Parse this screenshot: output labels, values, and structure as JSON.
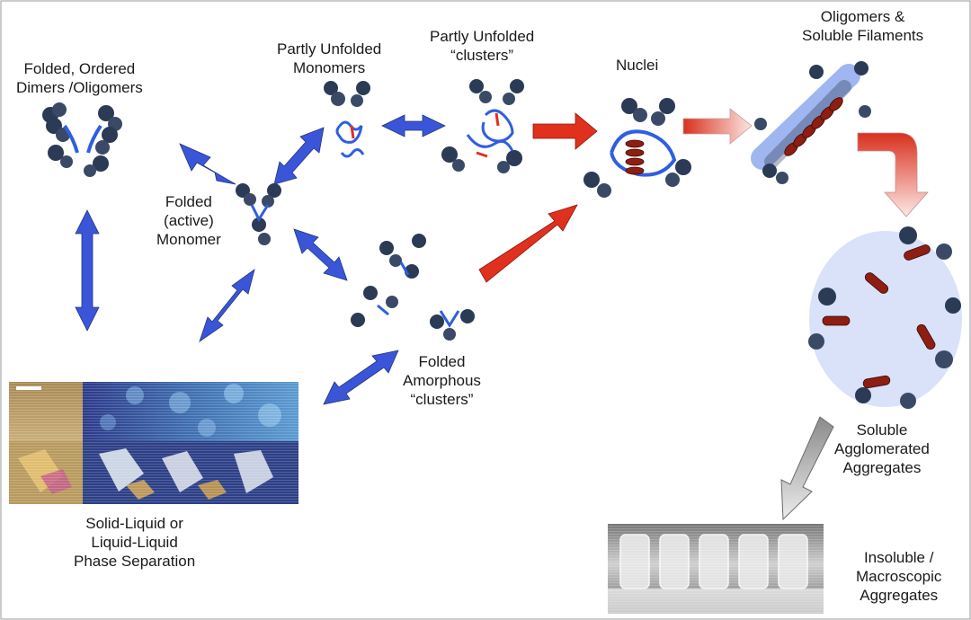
{
  "labels": {
    "folded_dimers": [
      "Folded, Ordered",
      "Dimers /Oligomers"
    ],
    "partly_unfolded_monomers": [
      "Partly Unfolded",
      "Monomers"
    ],
    "partly_unfolded_clusters": [
      "Partly Unfolded",
      "“clusters”"
    ],
    "nuclei": [
      "Nuclei"
    ],
    "oligomers_filaments": [
      "Oligomers &",
      "Soluble Filaments"
    ],
    "folded_active_monomer": [
      "Folded",
      "(active)",
      "Monomer"
    ],
    "folded_amorphous_clusters": [
      "Folded",
      "Amorphous",
      "“clusters”"
    ],
    "soluble_agglomerated": [
      "Soluble",
      "Agglomerated",
      "Aggregates"
    ],
    "phase_separation": [
      "Solid-Liquid or",
      "Liquid-Liquid",
      "Phase Separation"
    ],
    "insoluble_macroscopic": [
      "Insoluble /",
      "Macroscopic",
      "Aggregates"
    ]
  },
  "colors": {
    "reversible_arrow": "#3b55d9",
    "irreversible_arrow": "#e0301e",
    "protein_dark": "#2b3a55",
    "protein_blue": "#2f5fe0",
    "helix_red": "#8e1d12",
    "border": "#9a9a9a"
  }
}
